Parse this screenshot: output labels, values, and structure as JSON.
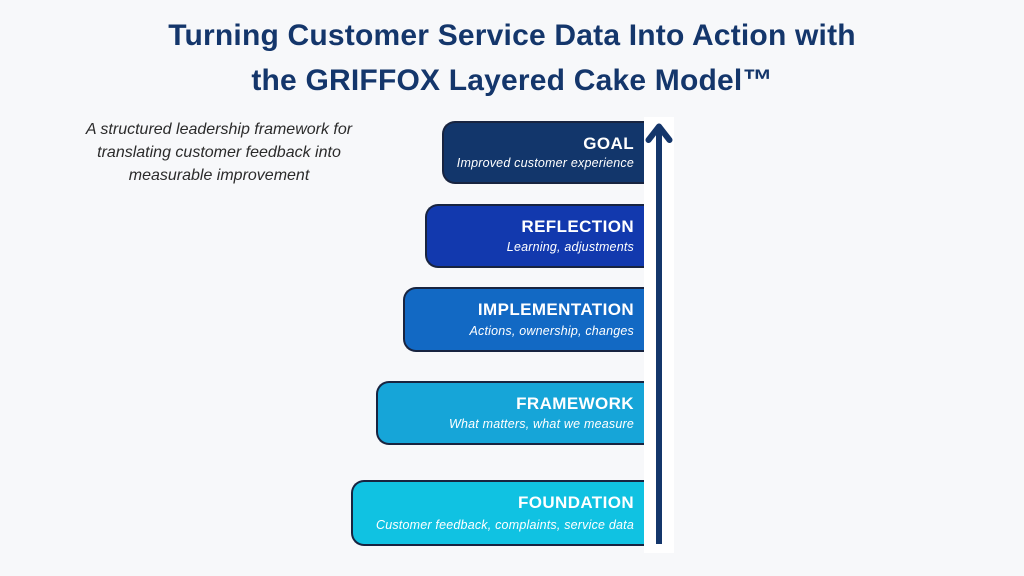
{
  "page": {
    "background_color": "#f7f8fa"
  },
  "title": {
    "line1": "Turning Customer Service Data Into Action with",
    "line2": "the GRIFFOX Layered Cake Model™",
    "color": "#14366b"
  },
  "tagline": {
    "text": "A structured leadership framework for\ntranslating customer feedback into\nmeasurable improvement"
  },
  "layers": [
    {
      "name": "GOAL",
      "description": "Improved customer experience",
      "color": "#12366b"
    },
    {
      "name": "REFLECTION",
      "description": "Learning, adjustments",
      "color": "#1239ae"
    },
    {
      "name": "IMPLEMENTATION",
      "description": "Actions, ownership, changes",
      "color": "#1269c4"
    },
    {
      "name": "FRAMEWORK",
      "description": "What matters, what we measure",
      "color": "#16a5d8"
    },
    {
      "name": "FOUNDATION",
      "description": "Customer feedback, complaints, service data",
      "color": "#10c2e2"
    }
  ],
  "arrow": {
    "direction": "up",
    "color": "#14366b"
  }
}
